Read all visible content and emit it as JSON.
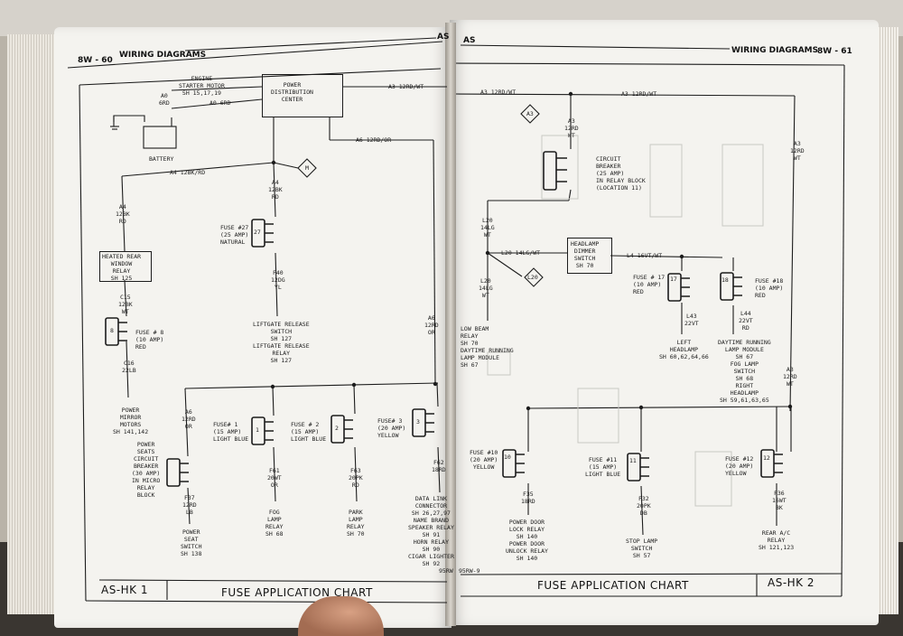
{
  "left_page": {
    "header": {
      "page_no": "8W - 60",
      "section": "WIRING DIAGRAMS",
      "model": "AS"
    },
    "footer": {
      "code": "AS-HK 1",
      "title": "FUSE APPLICATION CHART",
      "side_code": "95RW"
    },
    "labels": {
      "engine_starter": "ENGINE\nSTARTER MOTOR\nSH 15,17,19",
      "a0_6rd_v": "A0\n6RD",
      "a0_6rd_h": "A0 6RD",
      "battery": "BATTERY",
      "pdc": "POWER\nDISTRIBUTION\nCENTER",
      "a3_12rdwt": "A3 12RD/WT",
      "a6_12rdor": "A6 12RD/OR",
      "a4_12bkrd": "A4 12BK/RD",
      "a4_12bk_rd_v": "A4\n12BK\nRD",
      "a4_12bk_rd_v2": "A4\n12BK\nRD",
      "conn_m": "M",
      "heated_relay": "HEATED REAR\nWINDOW\nRELAY\nSH 125",
      "c15": "C15\n12BK\nWT",
      "fuse8": "FUSE # 8\n(10 AMP)\nRED",
      "fuse8_no": "8",
      "c16": "C16\n22LB",
      "power_mirror": "POWER\nMIRROR\nMOTORS\nSH 141,142",
      "fuse27": "FUSE #27\n(25 AMP)\nNATURAL",
      "fuse27_no": "27",
      "f40": "F40\n12DG\nYL",
      "liftgate": "LIFTGATE RELEASE\nSWITCH\nSH 127\nLIFTGATE RELEASE\nRELAY\nSH 127",
      "a6_12rd_or_v": "A6\n12RD\nOR",
      "a6_12rd_or_v2": "A6\n12RD\nOR",
      "fuse1": "FUSE# 1\n(15 AMP)\nLIGHT BLUE",
      "fuse1_no": "1",
      "fuse2": "FUSE # 2\n(15 AMP)\nLIGHT BLUE",
      "fuse2_no": "2",
      "fuse3": "FUSE# 3\n(20 AMP)\nYELLOW",
      "fuse3_no": "3",
      "power_seats": "POWER\nSEATS\nCIRCUIT\nBREAKER\n(30 AMP)\nIN MICRO\nRELAY\nBLOCK",
      "f37": "F37\n12RD\nLB",
      "power_seat_sw": "POWER\nSEAT\nSWITCH\nSH 138",
      "f61": "F61\n20WT\nOR",
      "fog_relay": "FOG\nLAMP\nRELAY\nSH 68",
      "f63": "F63\n20PK\nRD",
      "park_relay": "PARK\nLAMP\nRELAY\nSH 70",
      "f62": "F62\n18RD",
      "data_link": "DATA LINK\nCONNECTOR\nSH 26,27,97\nNAME BRAND\nSPEAKER RELAY\nSH 91\nHORN RELAY\nSH 90\nCIGAR LIGHTER\nSH 92"
    }
  },
  "right_page": {
    "header": {
      "model": "AS",
      "section": "WIRING DIAGRAMS",
      "page_no": "8W - 61"
    },
    "footer": {
      "code": "AS-HK 2",
      "title": "FUSE APPLICATION CHART",
      "side_code": "95RW-9"
    },
    "labels": {
      "a3_12rdwt_l": "A3 12RD/WT",
      "a3_12rdwt_r": "A3 12RD/WT",
      "conn_a3": "A3",
      "a3_12rd_wt_v": "A3\n12RD\nWT",
      "a3_12rd_wt_v2": "A3\n12RD\nWT",
      "a3_12rd_wt_v3": "A3\n12RD\nWT",
      "circuit_breaker": "CIRCUIT\nBREAKER\n(25 AMP)\nIN RELAY BLOCK\n(LOCATION 11)",
      "l20_14lg": "L20\n14LG\nWT",
      "l20_14lgwt": "L20 14LG/WT",
      "conn_l20": "L20",
      "headlamp_switch": "HEADLAMP\nDIMMER\nSWITCH\nSH 70",
      "l4_16vtwt": "L4 16VT/WT",
      "l20_14lg_v": "L20\n14LG\nWT",
      "low_beam": "LOW BEAM\nRELAY\nSH 70\nDAYTIME RUNNING\nLAMP MODULE\nSH 67",
      "fuse17": "FUSE # 17\n(10 AMP)\nRED",
      "fuse17_no": "17",
      "fuse18": "FUSE #18\n(10 AMP)\nRED",
      "fuse18_no": "18",
      "l43": "L43\n22VT",
      "l44": "L44\n22VT\nRD",
      "left_headlamp": "LEFT\nHEADLAMP\nSH 60,62,64,66",
      "drl_module": "DAYTIME RUNNING\nLAMP MODULE\nSH 67\nFOG LAMP\nSWITCH\nSH 68\nRIGHT\nHEADLAMP\nSH 59,61,63,65",
      "fuse10": "FUSE #10\n(20 AMP)\nYELLOW",
      "fuse10_no": "10",
      "fuse11": "FUSE #11\n(15 AMP)\nLIGHT BLUE",
      "fuse11_no": "11",
      "fuse12": "FUSE #12\n(20 AMP)\nYELLOW",
      "fuse12_no": "12",
      "f35": "F35\n18RD",
      "power_door": "POWER DOOR\nLOCK RELAY\nSH 140\nPOWER DOOR\nUNLOCK RELAY\nSH 140",
      "f32": "F32\n20PK\nDB",
      "stop_lamp": "STOP LAMP\nSWITCH\nSH 57",
      "f36": "F36\n16WT\nBK",
      "rear_ac": "REAR A/C\nRELAY\nSH 121,123"
    }
  }
}
